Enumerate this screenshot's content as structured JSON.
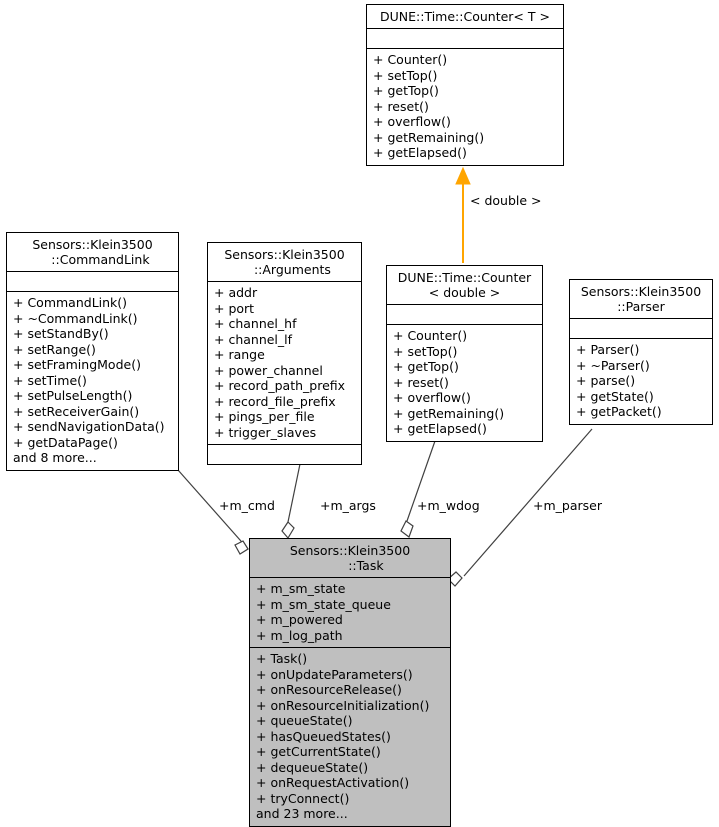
{
  "diagram": {
    "type": "uml-class-diagram",
    "background": "#ffffff",
    "line_color": "#404040",
    "inheritance_color": "#ffa500",
    "highlight_fill": "#bfbfbf",
    "classes": [
      {
        "id": "counter-t",
        "title": "DUNE::Time::Counter< T >",
        "title_lines": [
          "DUNE::Time::Counter< T >"
        ],
        "attributes": [],
        "methods": [
          "+ Counter()",
          "+ setTop()",
          "+ getTop()",
          "+ reset()",
          "+ overflow()",
          "+ getRemaining()",
          "+ getElapsed()"
        ],
        "highlighted": false
      },
      {
        "id": "command-link",
        "title": "Sensors::Klein3500::CommandLink",
        "title_lines": [
          "Sensors::Klein3500",
          "    ::CommandLink"
        ],
        "attributes": [],
        "methods": [
          "+ CommandLink()",
          "+ ~CommandLink()",
          "+ setStandBy()",
          "+ setRange()",
          "+ setFramingMode()",
          "+ setTime()",
          "+ setPulseLength()",
          "+ setReceiverGain()",
          "+ sendNavigationData()",
          "+ getDataPage()",
          "and 8 more..."
        ],
        "highlighted": false
      },
      {
        "id": "arguments",
        "title": "Sensors::Klein3500::Arguments",
        "title_lines": [
          "Sensors::Klein3500",
          "    ::Arguments"
        ],
        "attributes": [
          "+ addr",
          "+ port",
          "+ channel_hf",
          "+ channel_lf",
          "+ range",
          "+ power_channel",
          "+ record_path_prefix",
          "+ record_file_prefix",
          "+ pings_per_file",
          "+ trigger_slaves"
        ],
        "methods": [],
        "highlighted": false
      },
      {
        "id": "counter-double",
        "title": "DUNE::Time::Counter< double >",
        "title_lines": [
          "DUNE::Time::Counter",
          "< double >"
        ],
        "attributes": [],
        "methods": [
          "+ Counter()",
          "+ setTop()",
          "+ getTop()",
          "+ reset()",
          "+ overflow()",
          "+ getRemaining()",
          "+ getElapsed()"
        ],
        "highlighted": false
      },
      {
        "id": "parser",
        "title": "Sensors::Klein3500::Parser",
        "title_lines": [
          "Sensors::Klein3500",
          "::Parser"
        ],
        "attributes": [],
        "methods": [
          "+ Parser()",
          "+ ~Parser()",
          "+ parse()",
          "+ getState()",
          "+ getPacket()"
        ],
        "highlighted": false
      },
      {
        "id": "task",
        "title": "Sensors::Klein3500::Task",
        "title_lines": [
          "Sensors::Klein3500",
          "        ::Task"
        ],
        "attributes": [
          "+ m_sm_state",
          "+ m_sm_state_queue",
          "+ m_powered",
          "+ m_log_path"
        ],
        "methods": [
          "+ Task()",
          "+ onUpdateParameters()",
          "+ onResourceRelease()",
          "+ onResourceInitialization()",
          "+ queueState()",
          "+ hasQueuedStates()",
          "+ getCurrentState()",
          "+ dequeueState()",
          "+ onRequestActivation()",
          "+ tryConnect()",
          "and 23 more..."
        ],
        "highlighted": true
      }
    ],
    "edges": [
      {
        "id": "edge-inheritance",
        "kind": "inheritance",
        "from": "counter-double",
        "to": "counter-t",
        "label": "< double >"
      },
      {
        "id": "edge-m-cmd",
        "kind": "aggregation",
        "from": "command-link",
        "to": "task",
        "label": "+m_cmd"
      },
      {
        "id": "edge-m-args",
        "kind": "aggregation",
        "from": "arguments",
        "to": "task",
        "label": "+m_args"
      },
      {
        "id": "edge-m-wdog",
        "kind": "aggregation",
        "from": "counter-double",
        "to": "task",
        "label": "+m_wdog"
      },
      {
        "id": "edge-m-parser",
        "kind": "aggregation",
        "from": "parser",
        "to": "task",
        "label": "+m_parser"
      }
    ]
  }
}
